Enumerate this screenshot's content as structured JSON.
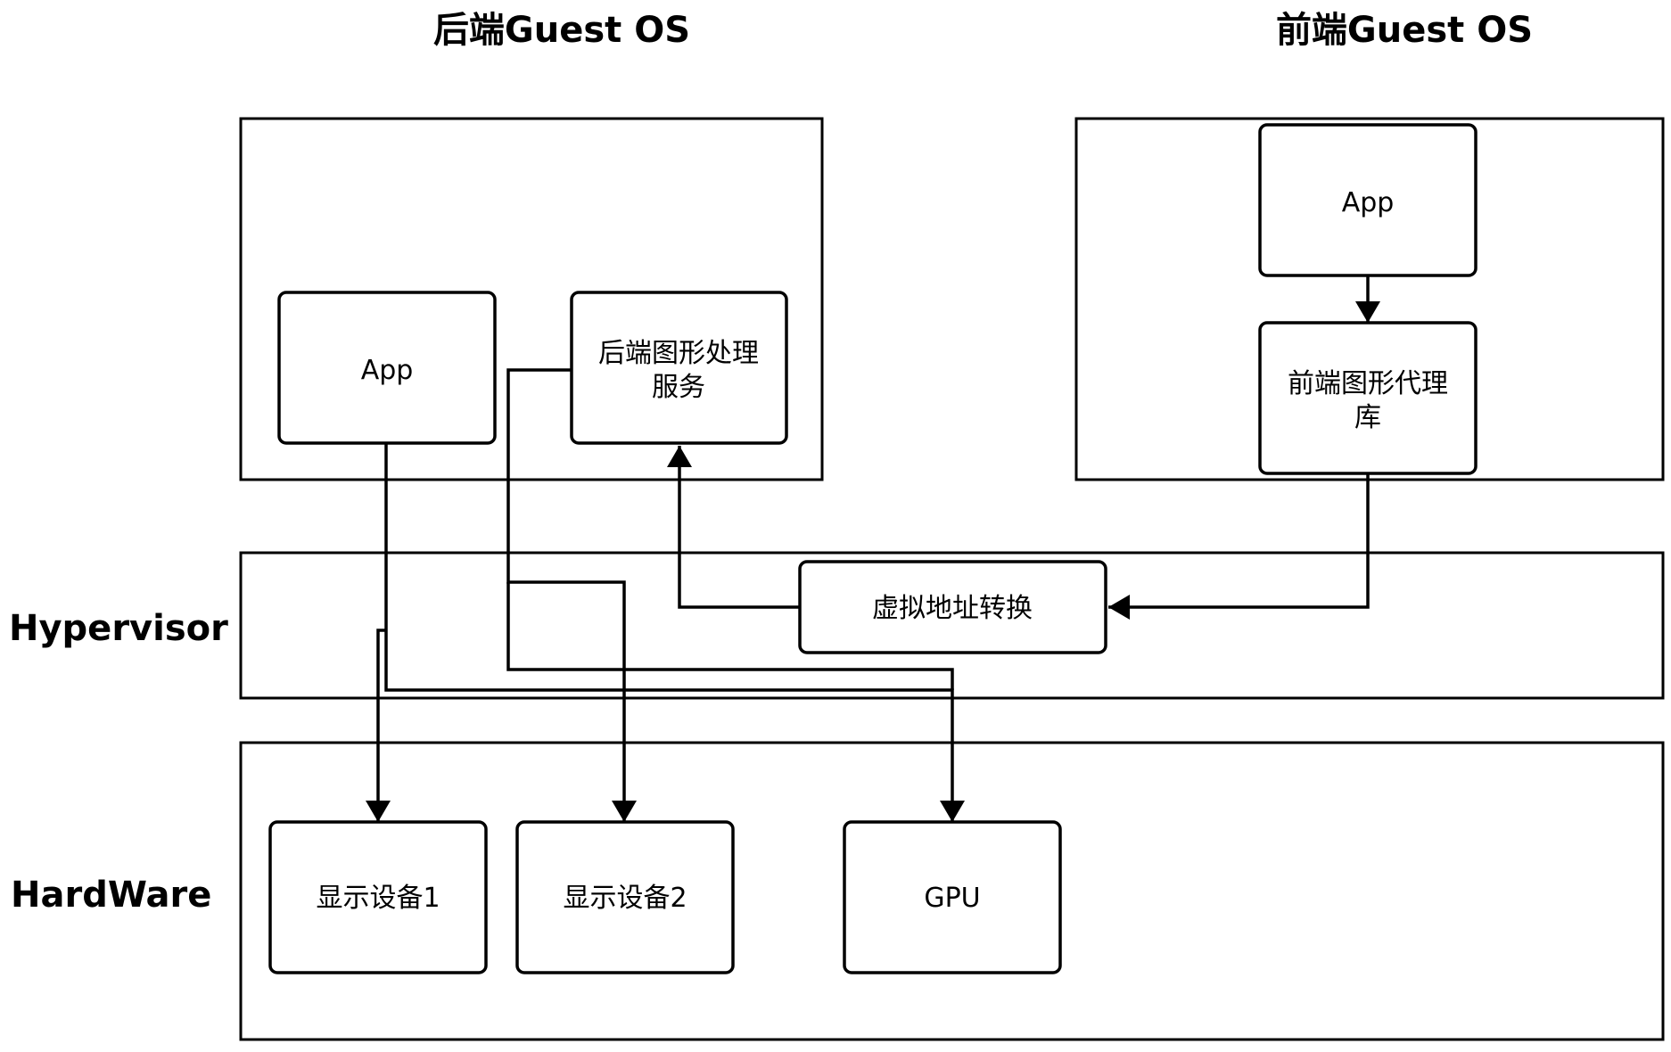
{
  "headers": {
    "backend_os": "后端Guest OS",
    "frontend_os": "前端Guest OS",
    "hypervisor": "Hypervisor",
    "hardware": "HardWare"
  },
  "nodes": {
    "backend_app": "App",
    "backend_graphics_service": [
      "后端图形处理",
      "服务"
    ],
    "frontend_app": "App",
    "frontend_graphics_proxy": [
      "前端图形代理",
      "库"
    ],
    "address_translation": "虚拟地址转换",
    "display_device_1": "显示设备1",
    "display_device_2": "显示设备2",
    "gpu": "GPU"
  },
  "colors": {
    "line": "#000000",
    "fill": "#ffffff"
  }
}
